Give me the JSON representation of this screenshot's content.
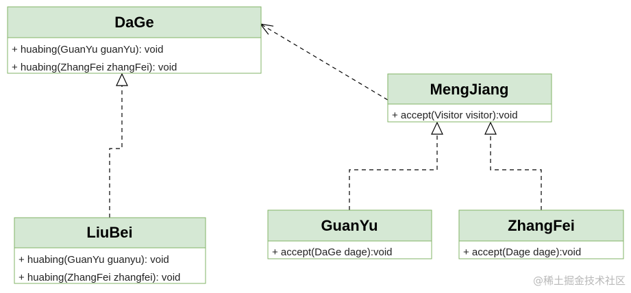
{
  "diagram": {
    "classes": {
      "dage": {
        "name": "DaGe",
        "methods": [
          "+ huabing(GuanYu guanYu): void",
          "+ huabing(ZhangFei zhangFei): void"
        ]
      },
      "mengjiang": {
        "name": "MengJiang",
        "methods": [
          "+ accept(Visitor visitor):void"
        ]
      },
      "liubei": {
        "name": "LiuBei",
        "methods": [
          "+ huabing(GuanYu guanyu): void",
          "+ huabing(ZhangFei zhangfei): void"
        ]
      },
      "guanyu": {
        "name": "GuanYu",
        "methods": [
          "+ accept(DaGe dage):void"
        ]
      },
      "zhangfei": {
        "name": "ZhangFei",
        "methods": [
          "+ accept(Dage dage):void"
        ]
      }
    },
    "colors": {
      "header_fill": "#d5e8d4",
      "border": "#82b366",
      "line": "#000000"
    }
  },
  "watermark": "@稀土掘金技术社区"
}
